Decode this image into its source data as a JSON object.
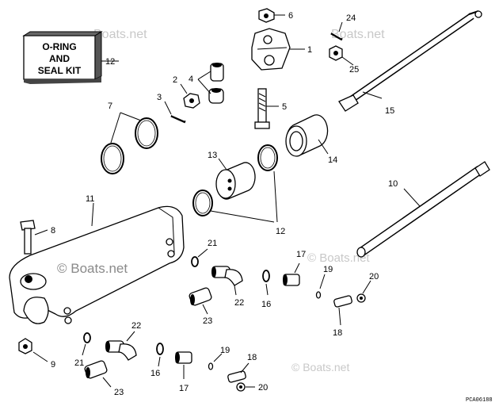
{
  "diagram": {
    "kit_box": {
      "line1": "O-RING",
      "line2": "AND",
      "line3": "SEAL KIT"
    },
    "watermarks": [
      "Boats.net",
      "Boats.net",
      "© Boats.net",
      "© Boats.net",
      "© Boats.net"
    ],
    "drawing_code": "PCA06188",
    "callouts": {
      "c1": "1",
      "c2": "2",
      "c3": "3",
      "c4": "4",
      "c5": "5",
      "c6": "6",
      "c7": "7",
      "c8": "8",
      "c9": "9",
      "c10": "10",
      "c11": "11",
      "c12a": "12",
      "c12b": "12",
      "c13": "13",
      "c14": "14",
      "c15": "15",
      "c16a": "16",
      "c16b": "16",
      "c17a": "17",
      "c17b": "17",
      "c18a": "18",
      "c18b": "18",
      "c19a": "19",
      "c19b": "19",
      "c20a": "20",
      "c20b": "20",
      "c21a": "21",
      "c21b": "21",
      "c22a": "22",
      "c22b": "22",
      "c23a": "23",
      "c23b": "23",
      "c24": "24",
      "c25": "25"
    }
  }
}
